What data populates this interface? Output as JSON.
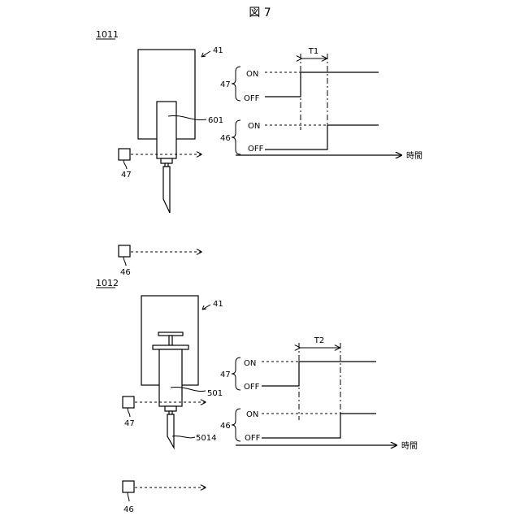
{
  "figure": {
    "title": "図 7"
  },
  "panel1": {
    "label": "1011",
    "holder_ref": "41",
    "needle_ref": "601",
    "sensor_top_ref": "47",
    "sensor_bottom_ref": "46",
    "timing": {
      "interval": "T1",
      "row_top": {
        "ref": "47",
        "on": "ON",
        "off": "OFF"
      },
      "row_bottom": {
        "ref": "46",
        "on": "ON",
        "off": "OFF"
      },
      "axis_label": "時間"
    }
  },
  "panel2": {
    "label": "1012",
    "holder_ref": "41",
    "syringe_ref": "501",
    "tip_ref": "5014",
    "sensor_top_ref": "47",
    "sensor_bottom_ref": "46",
    "timing": {
      "interval": "T2",
      "row_top": {
        "ref": "47",
        "on": "ON",
        "off": "OFF"
      },
      "row_bottom": {
        "ref": "46",
        "on": "ON",
        "off": "OFF"
      },
      "axis_label": "時間"
    }
  }
}
